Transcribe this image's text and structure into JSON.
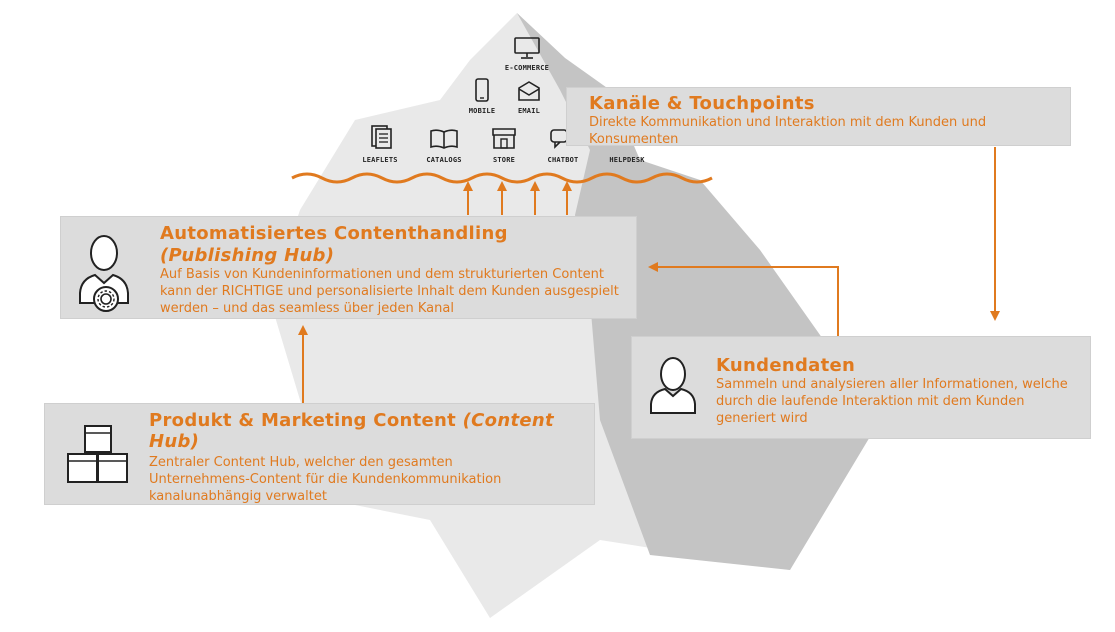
{
  "colors": {
    "accent": "#e07a1f",
    "box_bg": "#dcdcdc",
    "iceberg_light": "#e9e9e9",
    "iceberg_dark": "#c4c4c4",
    "text_dark": "#222222"
  },
  "channels": {
    "ecommerce": {
      "label": "E-COMMERCE",
      "icon": "monitor-icon"
    },
    "mobile": {
      "label": "MOBILE",
      "icon": "smartphone-icon"
    },
    "email": {
      "label": "EMAIL",
      "icon": "envelope-icon"
    },
    "leaflets": {
      "label": "LEAFLETS",
      "icon": "leaflet-icon"
    },
    "catalogs": {
      "label": "CATALOGS",
      "icon": "book-icon"
    },
    "store": {
      "label": "STORE",
      "icon": "store-icon"
    },
    "chatbot": {
      "label": "CHATBOT",
      "icon": "chat-icon"
    },
    "helpdesk": {
      "label": "HELPDESK",
      "icon": "headset-icon"
    }
  },
  "boxes": {
    "kanaele": {
      "title": "Kanäle & Touchpoints",
      "desc": "Direkte Kommunikation und Interaktion mit dem Kunden und Konsumenten"
    },
    "automatisiert": {
      "title": "Automatisiertes Contenthandling",
      "subtitle": "(Publishing Hub)",
      "desc": "Auf Basis von Kundeninformationen und dem strukturierten Content kann der RICHTIGE und personalisierte Inhalt dem Kunden ausgespielt werden – und das seamless über jeden Kanal",
      "icon": "user-gear-icon"
    },
    "kundendaten": {
      "title": "Kundendaten",
      "desc": "Sammeln und analysieren aller Informationen, welche durch die laufende Interaktion mit dem Kunden generiert wird",
      "icon": "user-icon"
    },
    "produkt": {
      "title": "Produkt & Marketing Content",
      "subtitle": "(Content Hub)",
      "desc": "Zentraler Content Hub, welcher den gesamten Unternehmens-Content für die Kundenkommunikation kanalunabhängig verwaltet",
      "icon": "boxes-icon"
    }
  }
}
